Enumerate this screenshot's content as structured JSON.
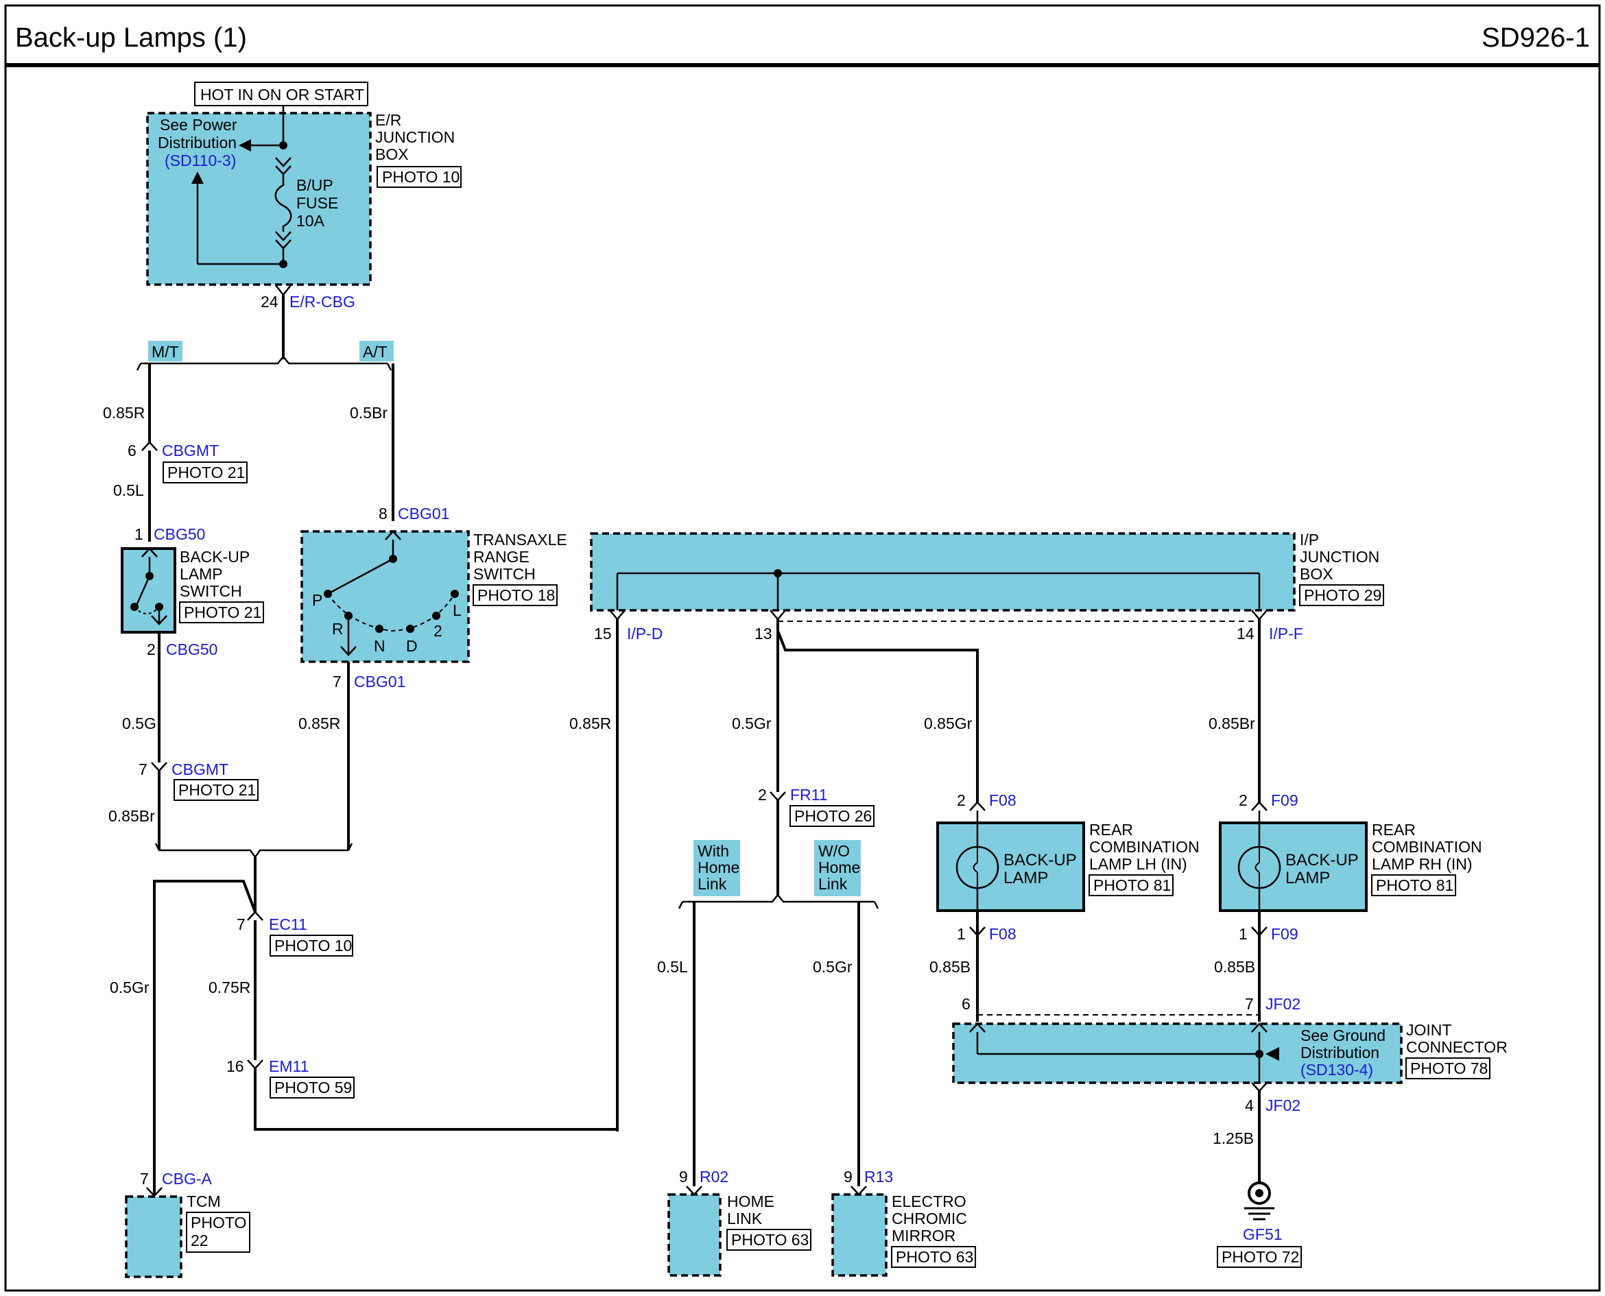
{
  "header": {
    "title": "Back-up Lamps (1)",
    "page_code": "SD926-1"
  },
  "er_box": {
    "hot_label": "HOT IN ON OR START",
    "name_lines": [
      "E/R",
      "JUNCTION",
      "BOX"
    ],
    "photo": "PHOTO 10",
    "see_lines": [
      "See Power",
      "Distribution"
    ],
    "see_ref": "(SD110-3)",
    "fuse_lines": [
      "B/UP",
      "FUSE",
      "10A"
    ],
    "pin": "24",
    "conn": "E/R-CBG"
  },
  "tags": {
    "mt": "M/T",
    "at": "A/T",
    "with_lines": [
      "With",
      "Home",
      "Link"
    ],
    "wo_lines": [
      "W/O",
      "Home",
      "Link"
    ]
  },
  "wires": {
    "w1": "0.85R",
    "w2": "0.5Br",
    "w3": "0.5L",
    "w4": "0.5G",
    "w5": "0.85R",
    "w6": "0.85Br",
    "w7": "0.5Gr",
    "w8": "0.75R",
    "w9": "0.85R",
    "w10": "0.5Gr",
    "w11": "0.85Gr",
    "w12": "0.85Br",
    "w13": "0.5L",
    "w14": "0.5Gr",
    "w15": "0.85B",
    "w16": "0.85B",
    "w17": "1.25B"
  },
  "connectors": {
    "cbgmt_top": {
      "pin": "6",
      "name": "CBGMT",
      "photo": "PHOTO 21"
    },
    "cbg50_top": {
      "pin": "1",
      "name": "CBG50"
    },
    "cbg50_bot": {
      "pin": "2",
      "name": "CBG50"
    },
    "cbgmt_bot": {
      "pin": "7",
      "name": "CBGMT",
      "photo": "PHOTO 21"
    },
    "cbg01_top": {
      "pin": "8",
      "name": "CBG01"
    },
    "cbg01_bot": {
      "pin": "7",
      "name": "CBG01"
    },
    "ec11": {
      "pin": "7",
      "name": "EC11",
      "photo": "PHOTO 10"
    },
    "em11": {
      "pin": "16",
      "name": "EM11",
      "photo": "PHOTO 59"
    },
    "cbga": {
      "pin": "7",
      "name": "CBG-A"
    },
    "ipd": {
      "pin": "15",
      "name": "I/P-D"
    },
    "ip13": {
      "pin": "13"
    },
    "ipf": {
      "pin": "14",
      "name": "I/P-F"
    },
    "fr11": {
      "pin": "2",
      "name": "FR11",
      "photo": "PHOTO 26"
    },
    "f08_top": {
      "pin": "2",
      "name": "F08"
    },
    "f08_bot": {
      "pin": "1",
      "name": "F08"
    },
    "f09_top": {
      "pin": "2",
      "name": "F09"
    },
    "f09_bot": {
      "pin": "1",
      "name": "F09"
    },
    "jf02_6": {
      "pin": "6"
    },
    "jf02_7": {
      "pin": "7",
      "name": "JF02"
    },
    "jf02_4": {
      "pin": "4",
      "name": "JF02"
    },
    "r02": {
      "pin": "9",
      "name": "R02"
    },
    "r13": {
      "pin": "9",
      "name": "R13"
    }
  },
  "components": {
    "backup_switch": {
      "lines": [
        "BACK-UP",
        "LAMP",
        "SWITCH"
      ],
      "photo": "PHOTO 21"
    },
    "transaxle": {
      "lines": [
        "TRANSAXLE",
        "RANGE",
        "SWITCH"
      ],
      "photo": "PHOTO 18",
      "positions": [
        "P",
        "R",
        "N",
        "D",
        "2",
        "L"
      ]
    },
    "ip_box": {
      "lines": [
        "I/P",
        "JUNCTION",
        "BOX"
      ],
      "photo": "PHOTO 29"
    },
    "lamp_lh": {
      "lamp_lines": [
        "BACK-UP",
        "LAMP"
      ],
      "lines": [
        "REAR",
        "COMBINATION",
        "LAMP LH (IN)"
      ],
      "photo": "PHOTO 81"
    },
    "lamp_rh": {
      "lamp_lines": [
        "BACK-UP",
        "LAMP"
      ],
      "lines": [
        "REAR",
        "COMBINATION",
        "LAMP RH (IN)"
      ],
      "photo": "PHOTO 81"
    },
    "joint": {
      "lines": [
        "JOINT",
        "CONNECTOR"
      ],
      "photo": "PHOTO 78",
      "see_lines": [
        "See Ground",
        "Distribution"
      ],
      "see_ref": "(SD130-4)"
    },
    "tcm": {
      "name": "TCM",
      "photo_lines": [
        "PHOTO",
        "22"
      ]
    },
    "home_link": {
      "lines": [
        "HOME",
        "LINK"
      ],
      "photo": "PHOTO 63"
    },
    "mirror": {
      "lines": [
        "ELECTRO",
        "CHROMIC",
        "MIRROR"
      ],
      "photo": "PHOTO 63"
    },
    "ground": {
      "name": "GF51",
      "photo": "PHOTO 72"
    }
  },
  "colors": {
    "component_fill": "#80cde0",
    "connector_text": "#1a1ad6"
  }
}
